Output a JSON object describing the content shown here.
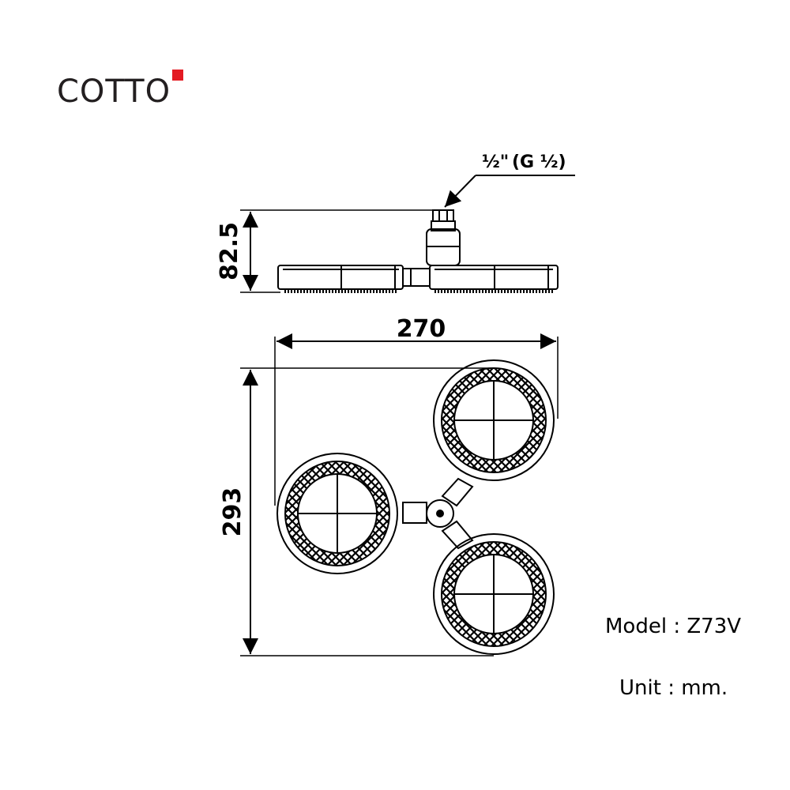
{
  "brand": {
    "name": "COTTO",
    "accent_color": "#e31b23"
  },
  "dimensions": {
    "height": "82.5",
    "width": "270",
    "depth": "293"
  },
  "thread": {
    "size": "½\"",
    "spec": "(G ½)"
  },
  "model": "Model : Z73V",
  "unit": "Unit : mm."
}
